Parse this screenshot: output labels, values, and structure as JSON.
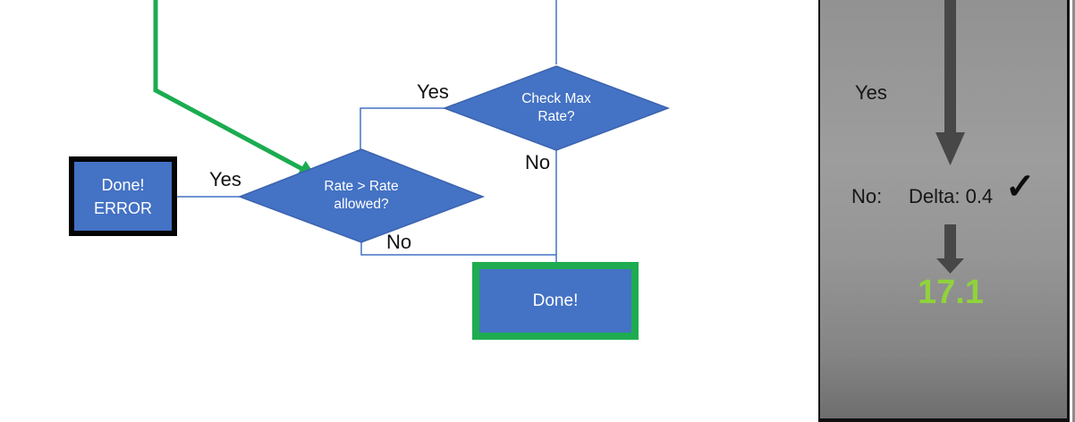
{
  "flowchart": {
    "decision_check_max": {
      "line1": "Check Max",
      "line2": "Rate?",
      "yes": "Yes",
      "no": "No"
    },
    "decision_rate_allowed": {
      "line1": "Rate > Rate",
      "line2": "allowed?",
      "yes": "Yes",
      "no": "No"
    },
    "error_box": {
      "line1": "Done!",
      "line2": "ERROR"
    },
    "done_box": {
      "label": "Done!"
    }
  },
  "panel": {
    "yes": "Yes",
    "no": "No:",
    "delta": "Delta: 0.4",
    "check": "✓",
    "value": "17.1"
  },
  "colors": {
    "shape_blue": "#4472C4",
    "flow_green": "#1BAC50",
    "value_green": "#90D23C",
    "arrow_gray": "#474747",
    "panel_gray": "#969696"
  }
}
